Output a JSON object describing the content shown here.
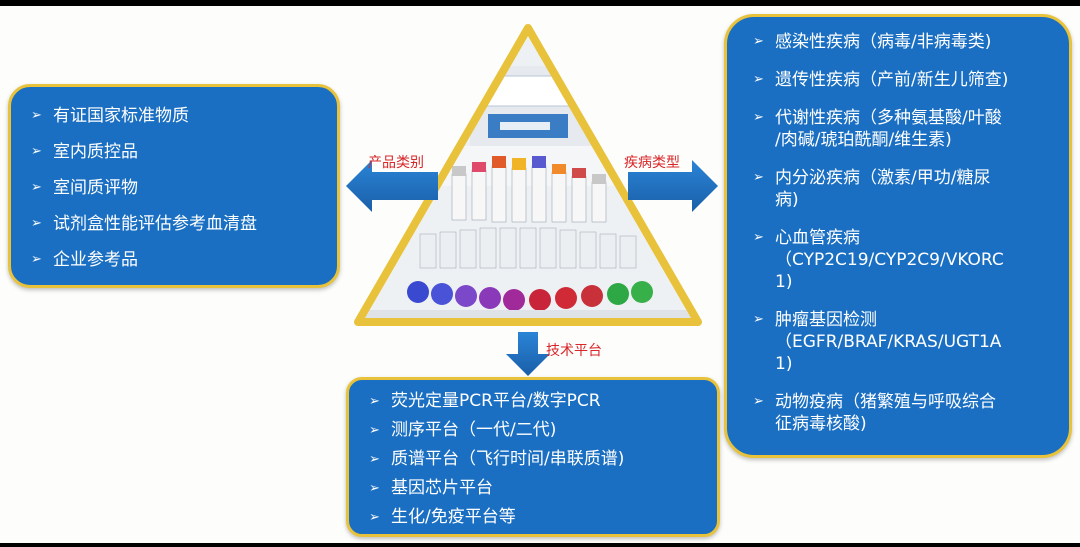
{
  "diagram": {
    "center_labels": {
      "left": "产品类别",
      "right": "疾病类型",
      "bottom": "技术平台"
    },
    "product_categories": [
      "有证国家标准物质",
      "室内质控品",
      "室间质评物",
      "试剂盒性能评估参考血清盘",
      "企业参考品"
    ],
    "disease_types": [
      "感染性疾病（病毒/非病毒类)",
      "遗传性疾病（产前/新生儿筛查)",
      "代谢性疾病（多种氨基酸/叶酸\n/肉碱/琥珀酰酮/维生素)",
      "内分泌疾病（激素/甲功/糖尿\n病)",
      "心血管疾病\n（CYP2C19/CYP2C9/VKORC\n1)",
      "肿瘤基因检测\n（EGFR/BRAF/KRAS/UGT1A\n1)",
      "动物疫病（猪繁殖与呼吸综合\n征病毒核酸)"
    ],
    "tech_platforms": [
      "荧光定量PCR平台/数字PCR",
      "测序平台（一代/二代)",
      "质谱平台（飞行时间/串联质谱)",
      "基因芯片平台",
      "生化/免疫平台等"
    ]
  },
  "colors": {
    "panel_fill": "#1a6fc2",
    "panel_border": "#e8c23a",
    "label_text": "#d9262a"
  },
  "icons": {
    "bullet": "➢",
    "center_image": "reference-material-vials-photo"
  }
}
